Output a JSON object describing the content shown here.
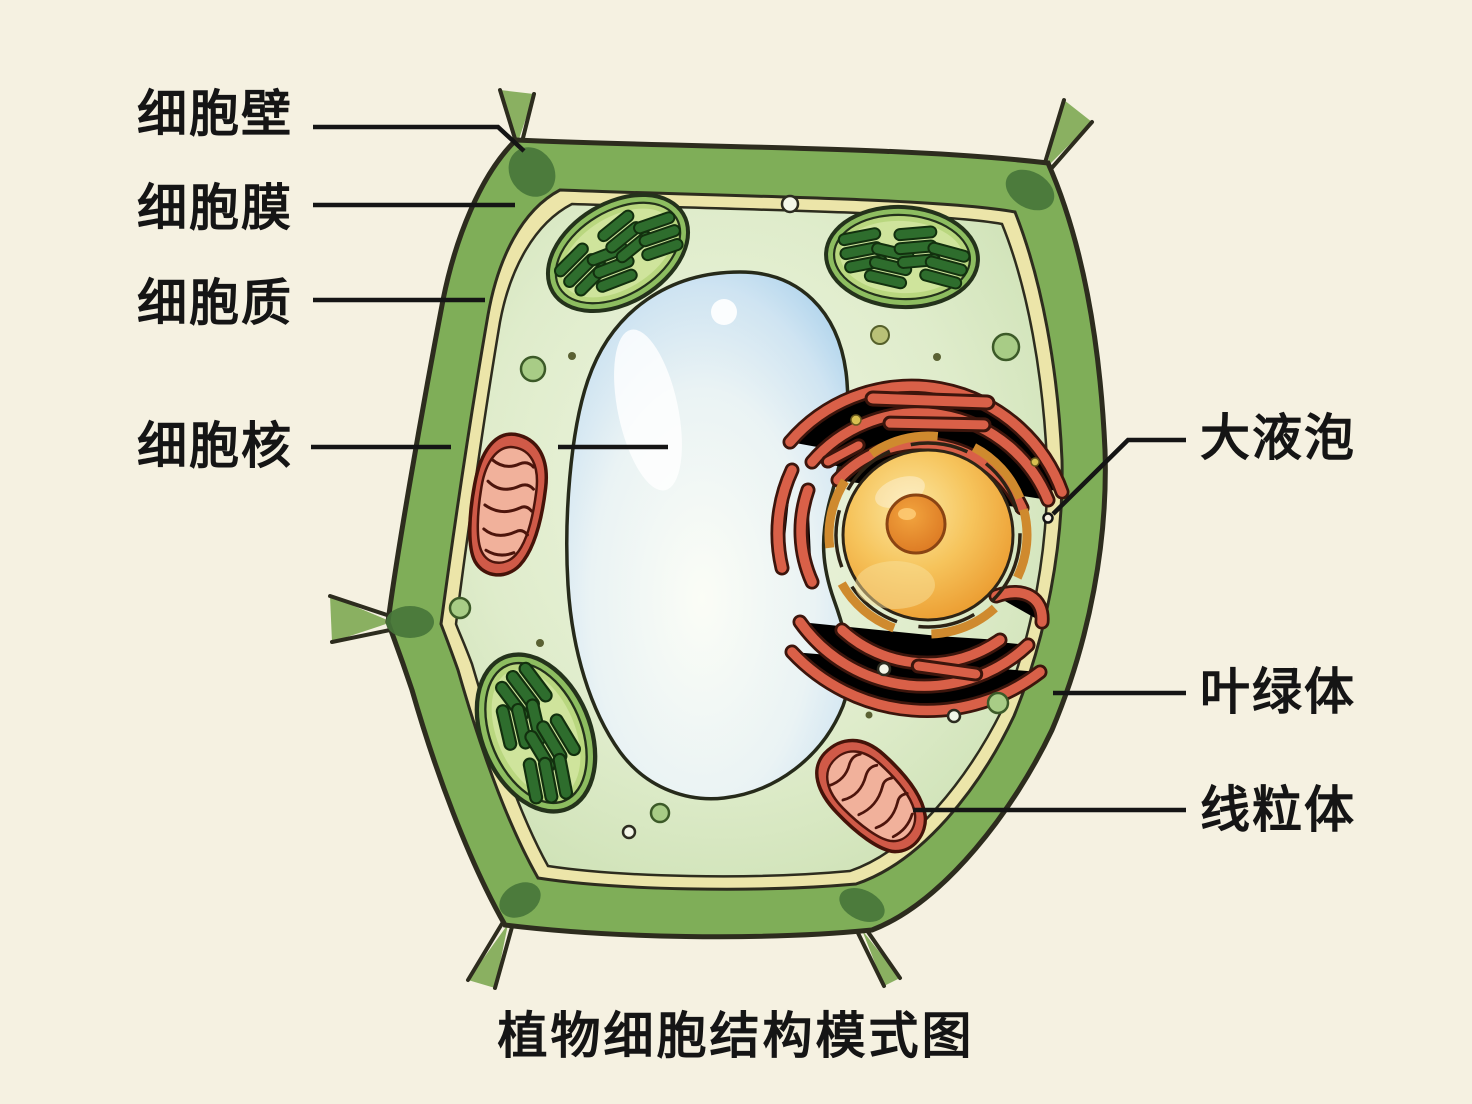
{
  "title": "植物细胞结构模式图",
  "labels": {
    "cell_wall": "细胞壁",
    "cell_membrane": "细胞膜",
    "cytoplasm": "细胞质",
    "nucleus": "细胞核",
    "vacuole": "大液泡",
    "chloroplast": "叶绿体",
    "mitochondrion": "线粒体"
  },
  "colors": {
    "paper": "#f5f1e1",
    "wall_green": "#7fae58",
    "wall_dark": "#47763a",
    "membrane_cream": "#ece5a9",
    "cytoplasm_light": "#dcead0",
    "vacuole_blue": "#aed3ec",
    "chloroplast_green": "#8dbd60",
    "stroma_green": "#cfe49c",
    "grana_dark": "#2e6d2d",
    "mito_red": "#d05a48",
    "mito_inner": "#f1b19b",
    "nucleus_orange": "#f2ae3f",
    "nucleolus_orange": "#e08a2a",
    "er_salmon": "#d96048",
    "ink": "#2d2c1e",
    "line_black": "#151515"
  }
}
